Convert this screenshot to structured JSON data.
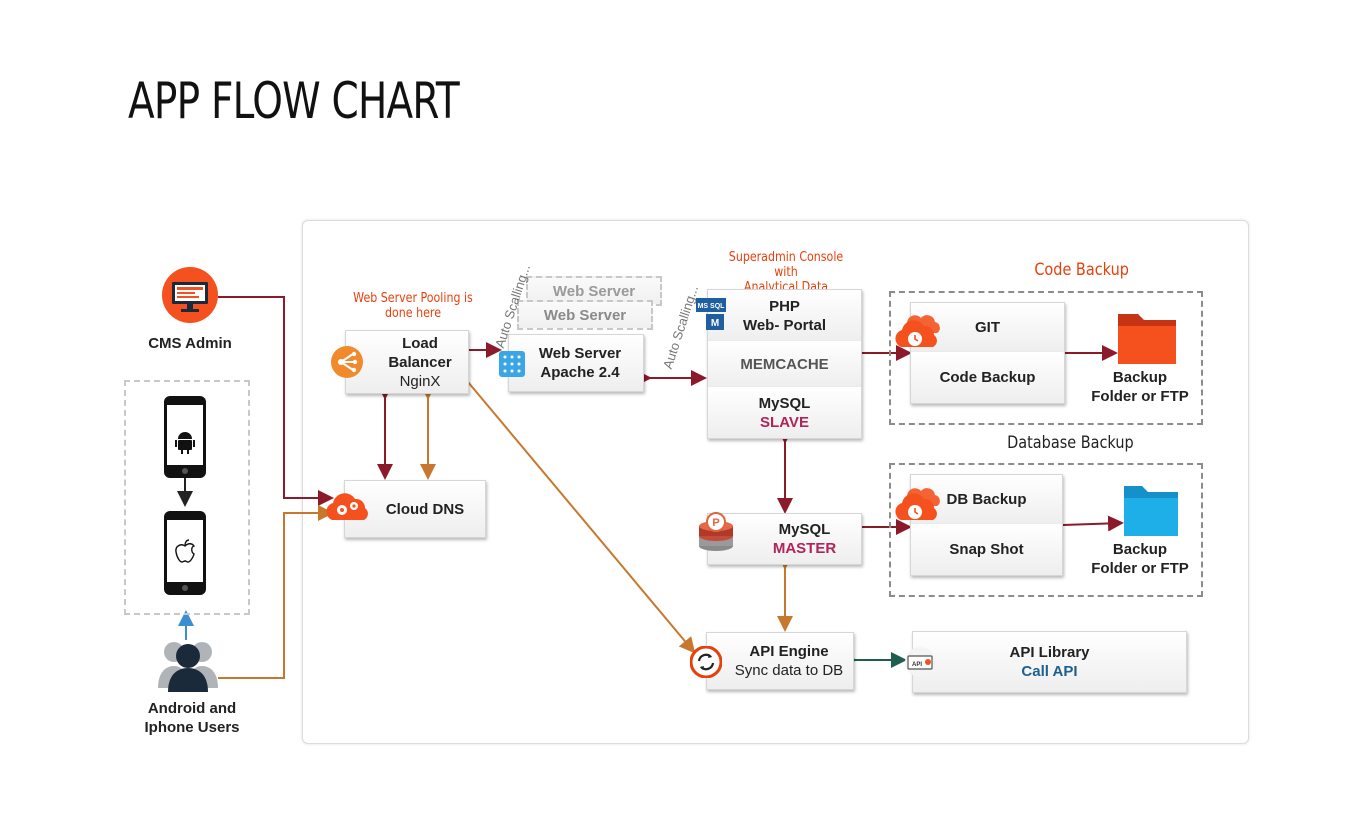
{
  "page": {
    "title": "APP FLOW CHART"
  },
  "left": {
    "cms_admin": "CMS Admin",
    "users_line1": "Android and",
    "users_line2": "Iphone Users"
  },
  "notes": {
    "pooling_line1": "Web Server Pooling is",
    "pooling_line2": "done here",
    "superadmin_line1": "Superadmin Console with",
    "superadmin_line2": "Analytical Data",
    "auto_scaling_1": "Auto Scalling...",
    "auto_scaling_2": "Auto Scalling..."
  },
  "nodes": {
    "load_balancer": {
      "line1": "Load",
      "line2": "Balancer",
      "line3": "NginX"
    },
    "cloud_dns": "Cloud DNS",
    "web_server_ghost_1": "Web Server",
    "web_server_ghost_2": "Web Server",
    "web_server": {
      "line1": "Web Server",
      "line2": "Apache 2.4"
    },
    "php": {
      "line1": "PHP",
      "line2": "Web- Portal"
    },
    "memcache": "MEMCACHE",
    "mysql_slave": {
      "line1": "MySQL",
      "line2": "SLAVE"
    },
    "mysql_master": {
      "line1": "MySQL",
      "line2": "MASTER"
    },
    "api_engine": {
      "line1": "API Engine",
      "line2": "Sync data to DB"
    },
    "api_library": {
      "line1": "API Library",
      "line2": "Call API"
    },
    "git": "GIT",
    "code_backup": "Code Backup",
    "db_backup": "DB Backup",
    "snap_shot": "Snap Shot"
  },
  "groups": {
    "code_backup_title": "Code Backup",
    "database_backup_title": "Database Backup",
    "backup_target_1_line1": "Backup",
    "backup_target_1_line2": "Folder or FTP",
    "backup_target_2_line1": "Backup",
    "backup_target_2_line2": "Folder or FTP"
  },
  "icons": {
    "ms_sql_badge": "MS SQL",
    "ms_sql_letter": "M",
    "api_badge": "API"
  },
  "colors": {
    "dark_red": "#8b1a2b",
    "orange_line": "#c8782e",
    "teal_line": "#1f5e4e",
    "accent_red": "#e8400c",
    "folder_red": "#f4511e",
    "folder_blue": "#1eaee8",
    "slave_text": "#b0245a"
  }
}
